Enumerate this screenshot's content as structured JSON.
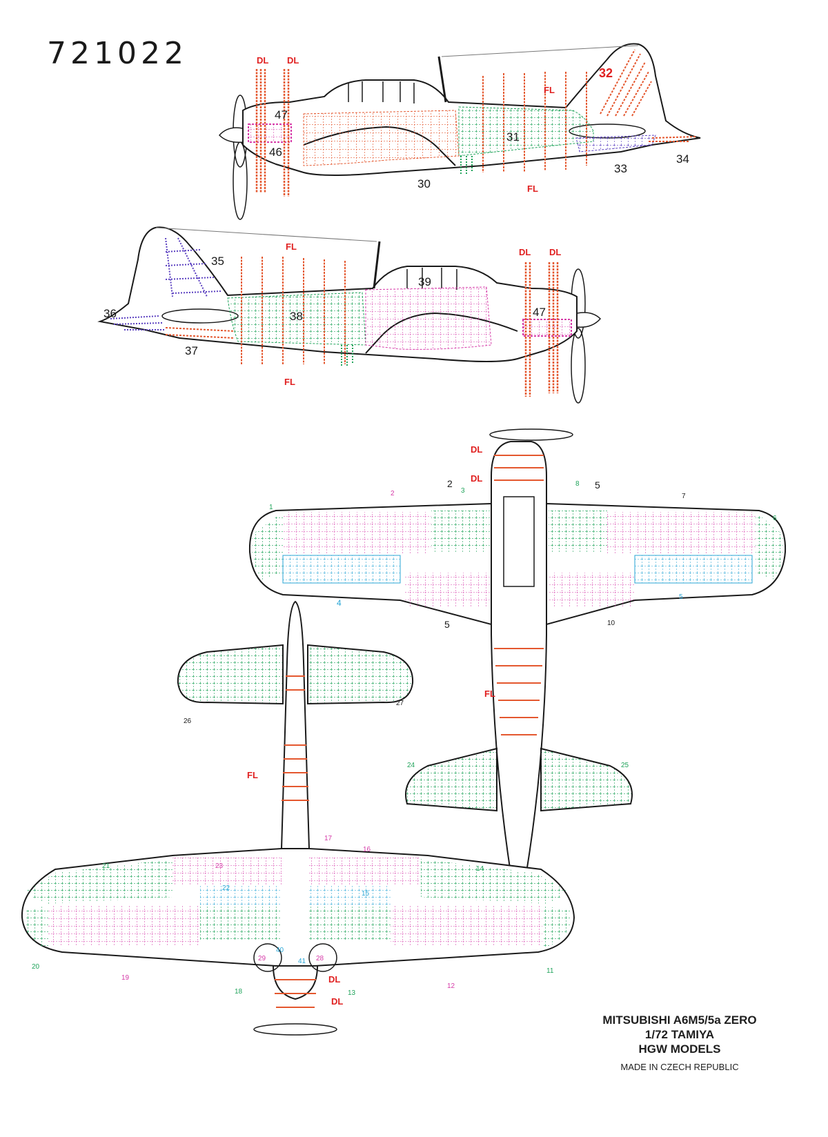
{
  "product_code": "721022",
  "footer": {
    "title": "MITSUBISHI A6M5/5a ZERO",
    "scale": "1/72 TAMIYA",
    "brand": "HGW MODELS",
    "origin": "MADE IN CZECH REPUBLIC"
  },
  "marks": {
    "dl": "DL",
    "fl": "FL"
  },
  "side_left": {
    "n47": "47",
    "n46": "46",
    "n31": "31",
    "n30": "30",
    "n32": "32",
    "n33": "33",
    "n34": "34"
  },
  "side_right": {
    "n35": "35",
    "n36": "36",
    "n37": "37",
    "n38": "38",
    "n39": "39",
    "n47": "47"
  },
  "top_view": {
    "n1": "1",
    "n2": "2",
    "n2b": "2",
    "n3": "3",
    "n4": "4",
    "n5": "5",
    "n5b": "5",
    "n5c": "5",
    "n6": "6",
    "n7": "7",
    "n8": "8",
    "n10": "10",
    "n24": "24",
    "n25": "25"
  },
  "bottom_view": {
    "n11": "11",
    "n12": "12",
    "n13": "13",
    "n14": "14",
    "n15": "15",
    "n16": "16",
    "n17": "17",
    "n18": "18",
    "n19": "19",
    "n20": "20",
    "n21": "21",
    "n22": "22",
    "n23": "23",
    "n26": "26",
    "n27": "27",
    "n28": "28",
    "n29": "29",
    "n40": "40",
    "n41": "41"
  },
  "colors": {
    "outline": "#1a1a1a",
    "orange": "#e4572e",
    "green": "#1fa35a",
    "magenta": "#d63aa8",
    "blue": "#5a3fc0",
    "cyan": "#2aa6d6",
    "red_label": "#e02020"
  }
}
